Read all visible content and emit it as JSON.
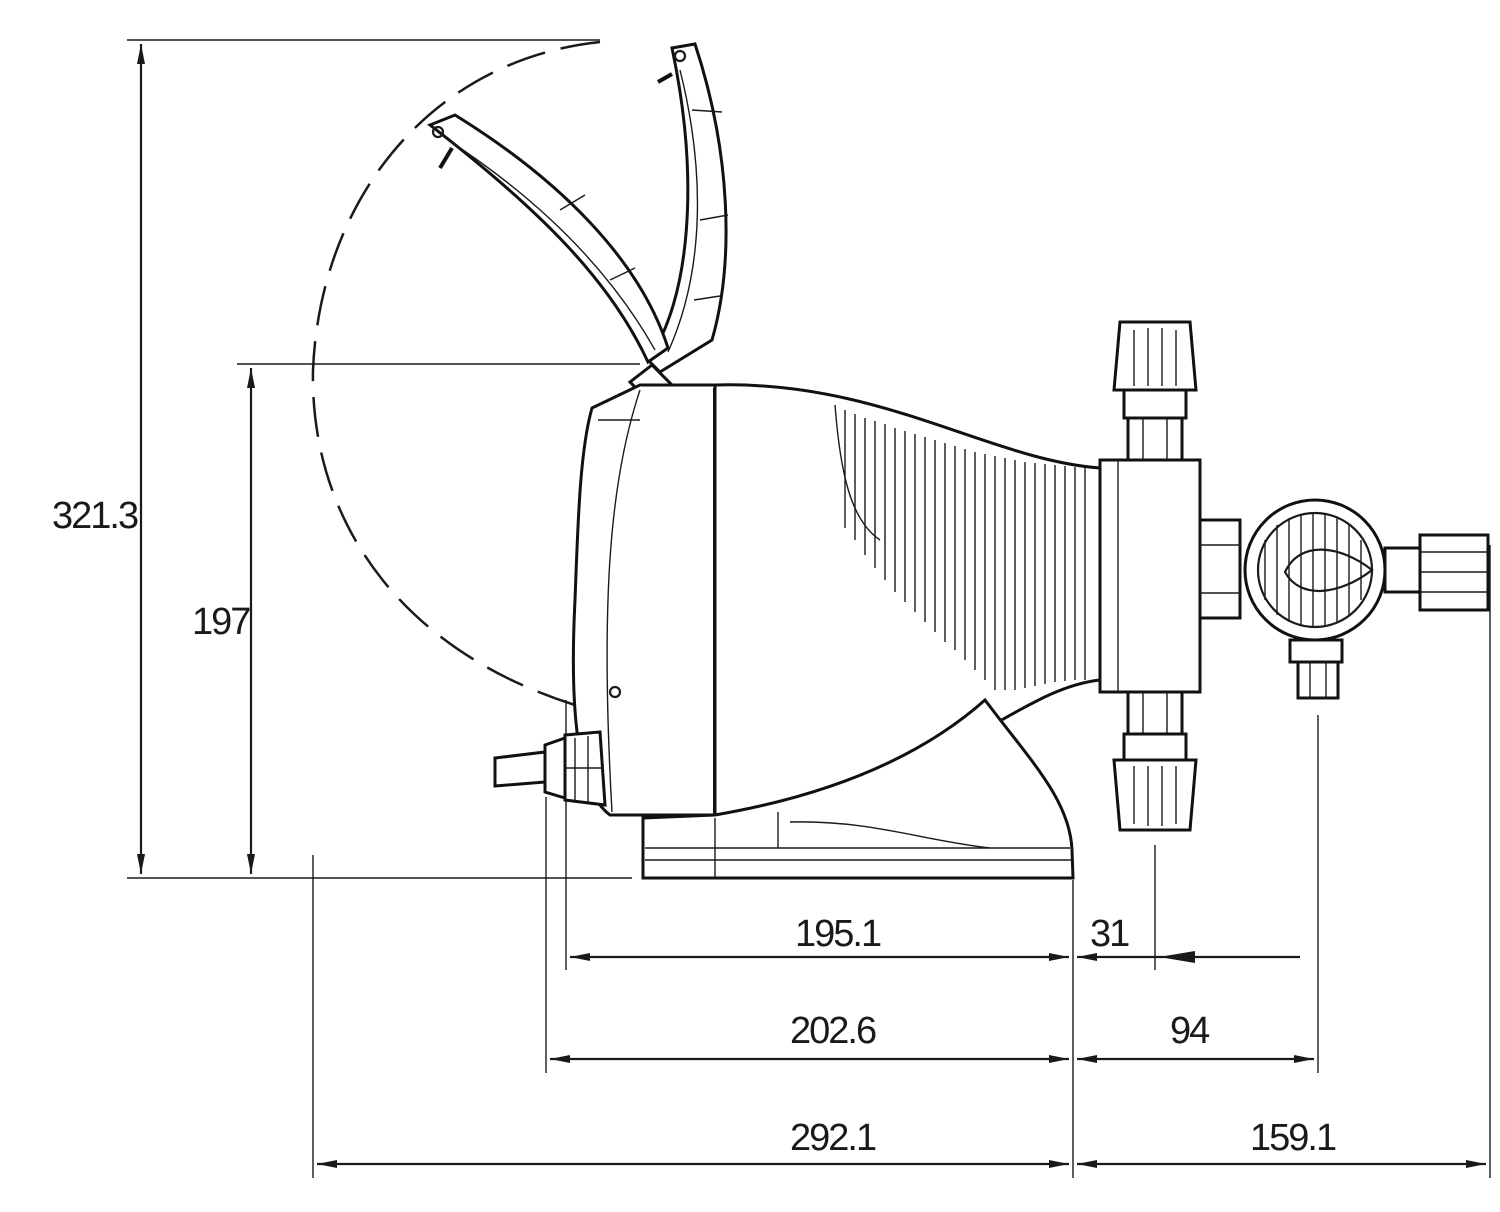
{
  "dimensions": {
    "overall_height": "321.3",
    "body_height": "197",
    "base_to_suction": "195.1",
    "head_offset": "31",
    "cable_to_front": "202.6",
    "front_to_outlet": "94",
    "total_left": "292.1",
    "total_right": "159.1"
  },
  "icons": [
    "pump-body-icon",
    "open-cover-icon",
    "pump-head-icon",
    "valve-fitting-icon",
    "cable-gland-icon"
  ]
}
